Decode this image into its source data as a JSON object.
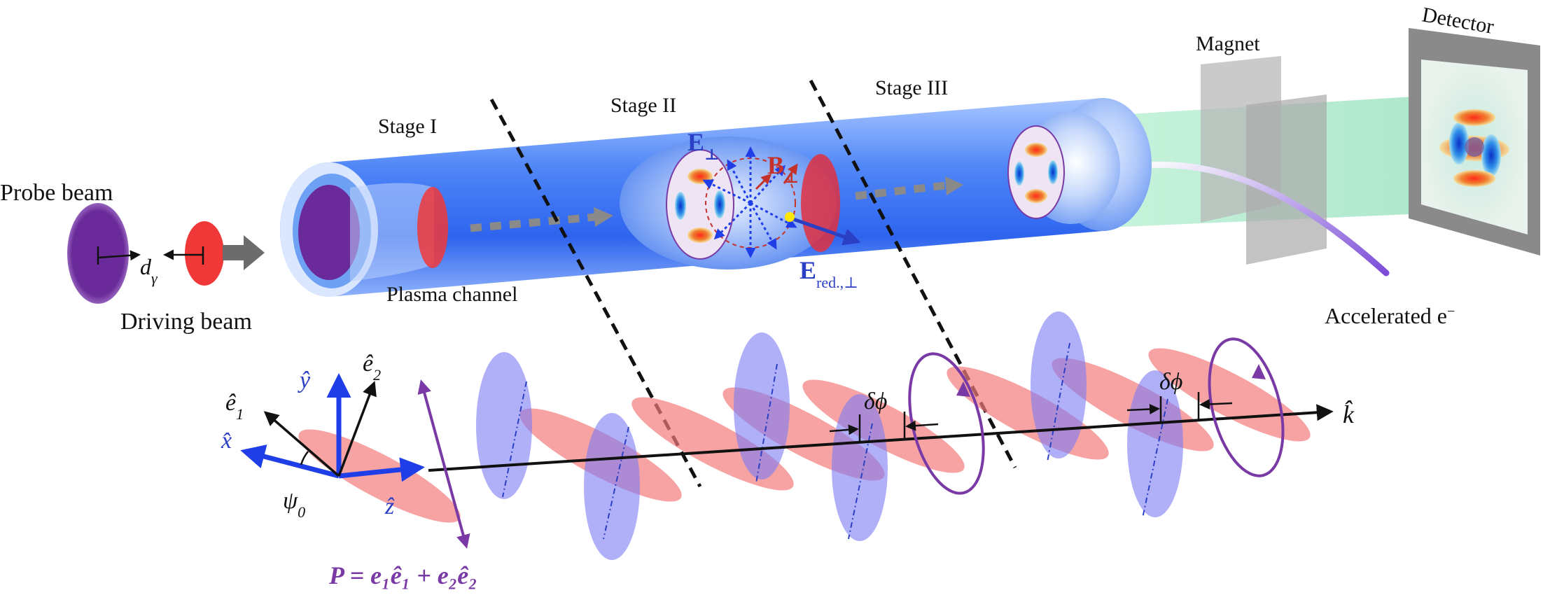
{
  "beams": {
    "probe_label": "Probe beam",
    "driving_label": "Driving beam",
    "separation": "d",
    "separation_sub": "γ"
  },
  "channel": {
    "label": "Plasma channel"
  },
  "stages": {
    "stage1": "Stage I",
    "stage2": "Stage II",
    "stage3": "Stage III"
  },
  "fields": {
    "e_perp": "E",
    "e_perp_sub": "⊥",
    "b_perp": "B",
    "b_perp_sub": "⊥",
    "e_red": "E",
    "e_red_sub": "red.,⊥"
  },
  "apparatus": {
    "magnet": "Magnet",
    "detector": "Detector",
    "electrons": "Accelerated e",
    "electrons_sup": "−"
  },
  "axes": {
    "x": "x̂",
    "y": "ŷ",
    "z": "ẑ",
    "e1": "ê",
    "e1_sub": "1",
    "e2": "ê",
    "e2_sub": "2",
    "psi": "ψ",
    "psi_sub": "0",
    "k": "k̂"
  },
  "wave": {
    "phase_label_1": "δϕ",
    "phase_label_2": "δϕ",
    "polarization": "P = e₁ê₁ + e₂ê₂"
  },
  "colors": {
    "channel": "#2e6cf0",
    "driving": "#f03838",
    "probe": "#6a2a9a",
    "blue_wave": "#7c7cf5",
    "red_wave": "#f47c7c",
    "green_beam": "#8fe0b8",
    "label_blue": "#2b3fc4",
    "label_red": "#c4322b",
    "label_violet": "#7a3aa5"
  }
}
